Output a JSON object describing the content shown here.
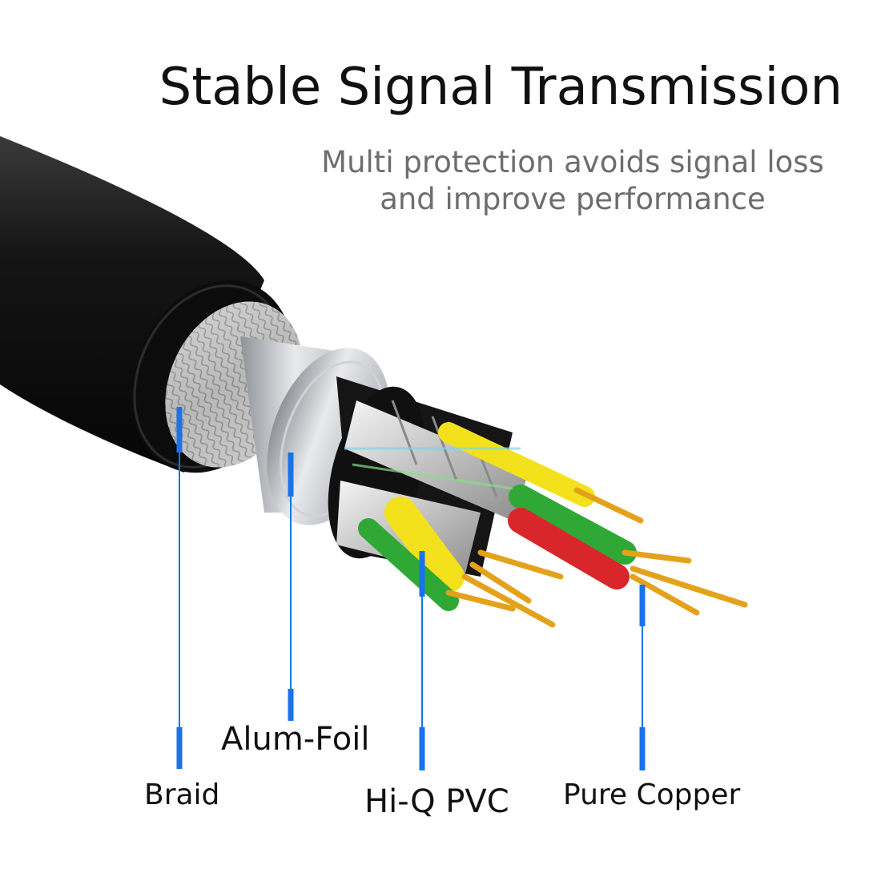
{
  "heading": {
    "title": "Stable Signal Transmission",
    "subtitle_line1": "Multi protection avoids signal loss",
    "subtitle_line2": "and improve performance"
  },
  "labels": {
    "braid": "Braid",
    "foil": "Alum-Foil",
    "pvc": "Hi-Q PVC",
    "copper": "Pure Copper"
  },
  "colors": {
    "jacket": "#111111",
    "callout_blue": "#1a73e8",
    "wire_yellow": "#f3e21b",
    "wire_red": "#d9262b",
    "wire_green": "#2fa836",
    "copper": "#e3a21a"
  }
}
